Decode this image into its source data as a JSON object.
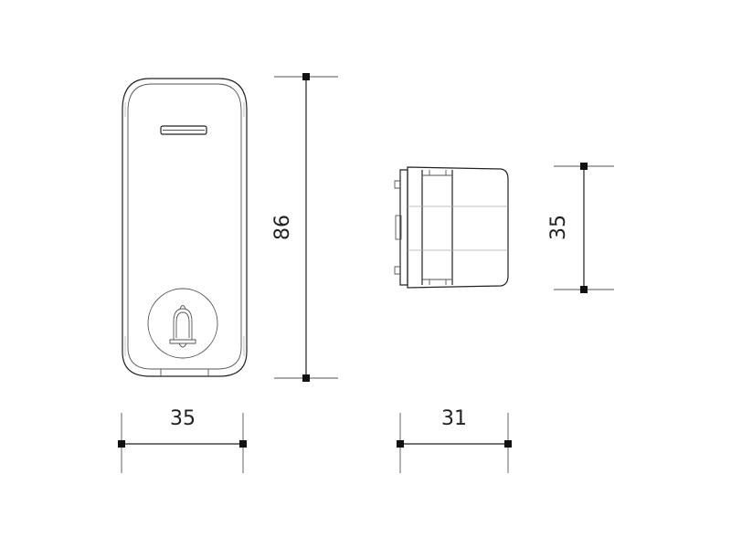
{
  "dimensions": {
    "front_height": "86",
    "front_width": "35",
    "side_depth": "31",
    "side_height": "35"
  },
  "icons": {
    "bell": "bell-icon"
  }
}
